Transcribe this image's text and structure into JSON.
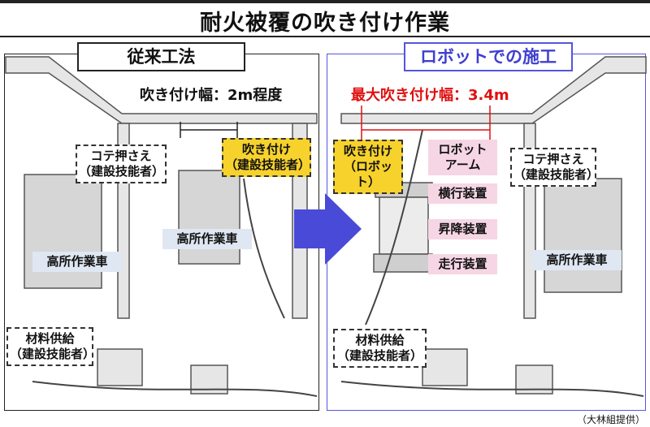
{
  "title": "耐火被覆の吹き付け作業",
  "left": {
    "header": "従来工法",
    "spray_width": "吹き付け幅：2m程度",
    "trowel": {
      "line1": "コテ押さえ",
      "line2": "（建設技能者）"
    },
    "spray": {
      "line1": "吹き付け",
      "line2": "（建設技能者）"
    },
    "vehicle1": "高所作業車",
    "vehicle2": "高所作業車",
    "supply": {
      "line1": "材料供給",
      "line2": "（建設技能者）"
    }
  },
  "right": {
    "header": "ロボットでの施工",
    "spray_width": "最大吹き付け幅：3.4m",
    "spray": {
      "line1": "吹き付け",
      "line2": "（ロボット）"
    },
    "arm": {
      "line1": "ロボット",
      "line2": "アーム"
    },
    "traverse": "横行装置",
    "lift": "昇降装置",
    "travel": "走行装置",
    "trowel": {
      "line1": "コテ押さえ",
      "line2": "（建設技能者）"
    },
    "vehicle": "高所作業車",
    "supply": {
      "line1": "材料供給",
      "line2": "（建設技能者）"
    }
  },
  "credit": "（大林組提供）",
  "colors": {
    "accent_blue": "#5555dd",
    "highlight_red": "#e01010",
    "yellow": "#f7d22c",
    "pink": "#f6d6e4"
  }
}
